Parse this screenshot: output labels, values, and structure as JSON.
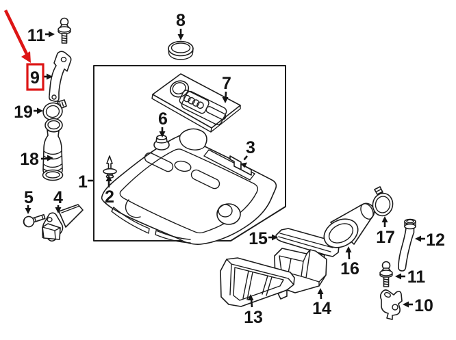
{
  "figure": {
    "kind": "exploded-parts-diagram",
    "background_color": "#ffffff",
    "line_color": "#1c1c1c",
    "label_color": "#141414",
    "highlight_color": "#dd1515",
    "highlighted_callout": "9"
  },
  "callouts": {
    "c1": {
      "label": "1"
    },
    "c2": {
      "label": "2"
    },
    "c3": {
      "label": "3"
    },
    "c4": {
      "label": "4"
    },
    "c5": {
      "label": "5"
    },
    "c6": {
      "label": "6"
    },
    "c7": {
      "label": "7"
    },
    "c8": {
      "label": "8"
    },
    "c9": {
      "label": "9"
    },
    "c10": {
      "label": "10"
    },
    "c11a": {
      "label": "11"
    },
    "c11b": {
      "label": "11"
    },
    "c12": {
      "label": "12"
    },
    "c13": {
      "label": "13"
    },
    "c14": {
      "label": "14"
    },
    "c15": {
      "label": "15"
    },
    "c16": {
      "label": "16"
    },
    "c17": {
      "label": "17"
    },
    "c18": {
      "label": "18"
    },
    "c19": {
      "label": "19"
    }
  }
}
